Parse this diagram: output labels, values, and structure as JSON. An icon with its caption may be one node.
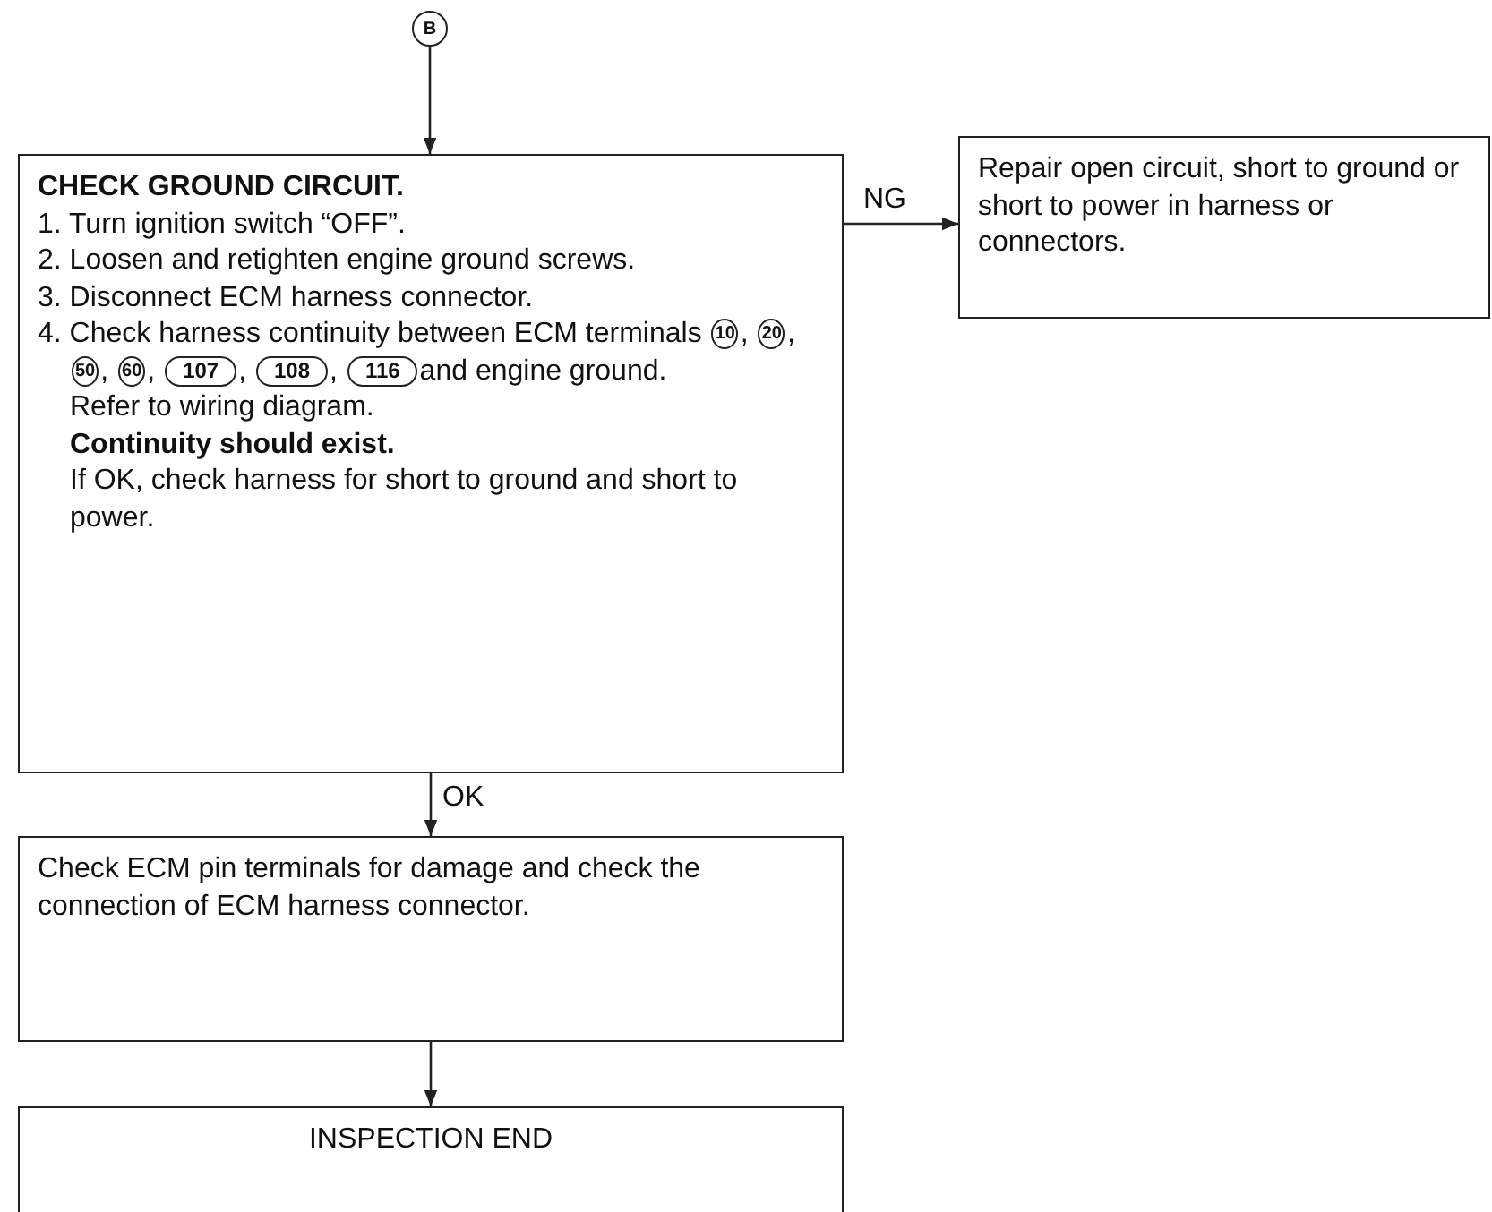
{
  "diagram": {
    "nodes": [
      {
        "text": [
          "B"
        ]
      },
      {
        "text": [
          "CHECK GROUND CIRCUIT.",
          "1. Turn ignition switch “OFF”.",
          "2. Loosen and retighten engine ground screws.",
          "3. Disconnect ECM harness connector.",
          "4. Check harness continuity between ECM terminals",
          "10",
          ",",
          "20",
          ",",
          "50",
          ",",
          "60",
          ",",
          "107",
          ",",
          "108",
          ",",
          "116",
          "and engine ground.",
          "Refer to wiring diagram.",
          "Continuity should exist.",
          "If OK, check harness for short to ground and short to power."
        ]
      },
      {
        "text": [
          "Repair open circuit, short to ground or short to power in harness or connectors."
        ]
      },
      {
        "text": [
          "Check ECM pin terminals for damage and check the connection of ECM harness connector."
        ]
      },
      {
        "text": [
          "INSPECTION END"
        ]
      }
    ],
    "edges": [
      {
        "from": 0,
        "to": 1,
        "arrow": "to"
      },
      {
        "from": 1,
        "to": 2,
        "arrow": "to",
        "label": "NG"
      },
      {
        "from": 1,
        "to": 3,
        "arrow": "to",
        "label": "OK"
      },
      {
        "from": 3,
        "to": 4,
        "arrow": "to"
      }
    ]
  }
}
